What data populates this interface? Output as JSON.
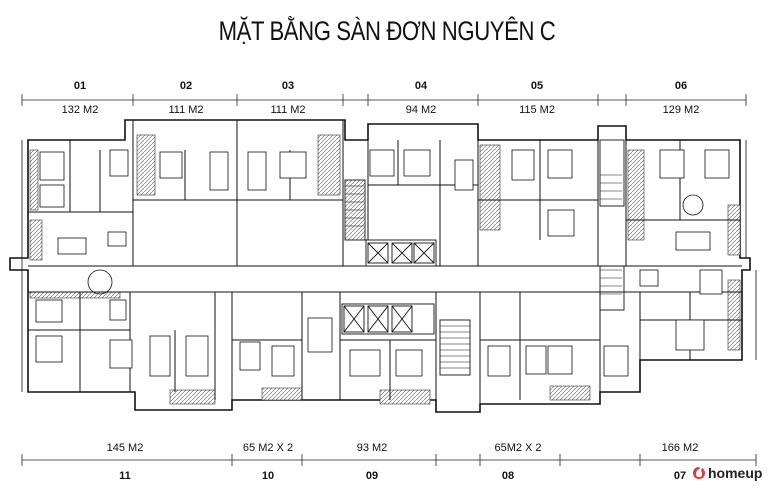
{
  "title": "MẶT BẰNG SÀN ĐƠN NGUYÊN C",
  "top_units": [
    {
      "code": "01",
      "area": "132 M2"
    },
    {
      "code": "02",
      "area": "111 M2"
    },
    {
      "code": "03",
      "area": "111 M2"
    },
    {
      "code": "04",
      "area": "94 M2"
    },
    {
      "code": "05",
      "area": "115 M2"
    },
    {
      "code": "06",
      "area": "129 M2"
    }
  ],
  "bottom_units": [
    {
      "code": "11",
      "area": "145 M2"
    },
    {
      "code": "10",
      "area": "65 M2 X 2"
    },
    {
      "code": "09",
      "area": "93 M2"
    },
    {
      "code": "08",
      "area": "65M2 X 2"
    },
    {
      "code": "07",
      "area": "166 M2"
    }
  ],
  "brand": {
    "name": "homeup",
    "icon": "homeup-logo-icon",
    "color": "#e53935"
  },
  "colors": {
    "line": "#1a1a1a",
    "hatch": "#9a9a9a",
    "core": "#555555"
  }
}
